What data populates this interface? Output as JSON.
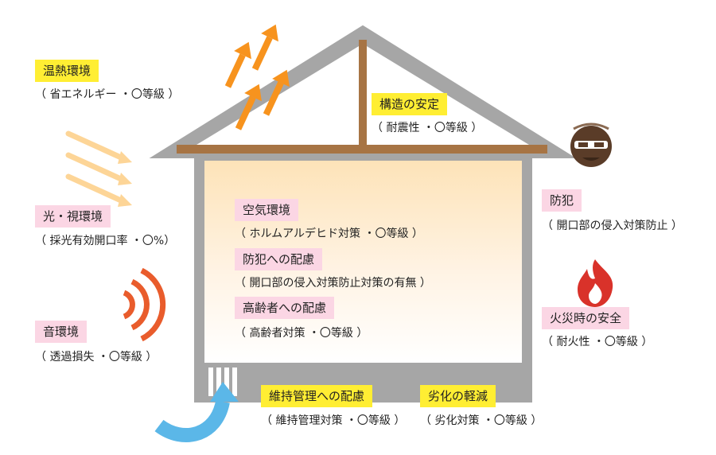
{
  "colors": {
    "roof_outline": "#a6a6a6",
    "beam": "#a77444",
    "highlight_yellow": "#ffee33",
    "highlight_pink": "#fbd6e4",
    "heat_arrow": "#f7931e",
    "light_rays": "#fdd597",
    "sound_waves": "#e95c2c",
    "air_arrow": "#5bb7e8",
    "fire": "#d9322a",
    "burglar": "#5a3c28"
  },
  "labels": {
    "thermal": {
      "title": "温熱環境",
      "detail": "（ 省エネルギー ・〇等級 ）"
    },
    "light": {
      "title": "光・視環境",
      "detail": "（ 採光有効開口率 ・〇%）"
    },
    "sound": {
      "title": "音環境",
      "detail": "（ 透過損失 ・〇等級 ）"
    },
    "structure": {
      "title": "構造の安定",
      "detail": "（ 耐震性 ・〇等級 ）"
    },
    "air": {
      "title": "空気環境",
      "detail": "（ ホルムアルデヒド対策 ・〇等級 ）"
    },
    "crime_inner": {
      "title": "防犯への配慮",
      "detail": "（ 開口部の侵入対策防止対策の有無 ）"
    },
    "elderly": {
      "title": "高齢者への配慮",
      "detail": "（ 高齢者対策 ・〇等級 ）"
    },
    "maintenance": {
      "title": "維持管理への配慮",
      "detail": "（ 維持管理対策 ・〇等級 ）"
    },
    "deterioration": {
      "title": "劣化の軽減",
      "detail": "（ 劣化対策 ・〇等級 ）"
    },
    "crime": {
      "title": "防犯",
      "detail": "（ 開口部の侵入対策防止 ）"
    },
    "fire": {
      "title": "火災時の安全",
      "detail": "（ 耐火性 ・〇等級 ）"
    }
  },
  "icons": {
    "heat": "heat-arrows-icon",
    "light": "light-rays-icon",
    "sound": "sound-waves-icon",
    "burglar": "burglar-icon",
    "fire": "fire-icon",
    "air": "air-flow-arrow-icon",
    "vent": "vent-icon"
  }
}
